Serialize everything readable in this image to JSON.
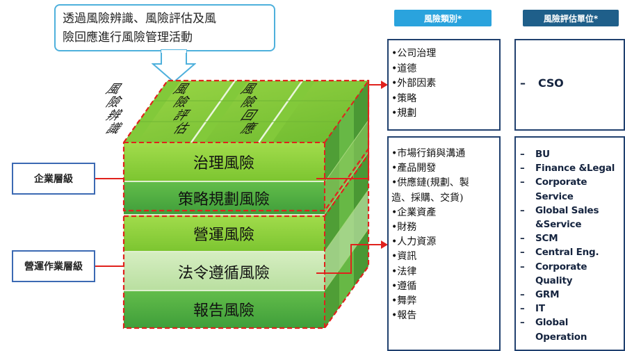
{
  "callout": {
    "line1": "透過風險辨識、風險評估及風",
    "line2": "險回應進行風險管理活動"
  },
  "cube": {
    "top_columns": [
      [
        "風",
        "險",
        "辨",
        "識"
      ],
      [
        "風",
        "險",
        "評",
        "估"
      ],
      [
        "風",
        "險",
        "回",
        "應"
      ]
    ],
    "risks": [
      "治理風險",
      "策略規劃風險",
      "營運風險",
      "法令遵循風險",
      "報告風險"
    ]
  },
  "levels": {
    "enterprise": "企業層級",
    "operation": "營運作業層級"
  },
  "headers": {
    "category": "風險類別*",
    "unit": "風險評估單位*"
  },
  "categories": {
    "enterprise": [
      "•公司治理",
      "•道德",
      "•外部因素",
      "•策略",
      "•規劃"
    ],
    "operation": [
      "•市場行銷與溝通",
      "•產品開發",
      "•供應鏈(規劃、製",
      "造、採購、交貨)",
      "•企業資產",
      "•財務",
      "•人力資源",
      "•資訊",
      "•法律",
      "•遵循",
      "•舞弊",
      "•報告"
    ]
  },
  "units": {
    "enterprise": [
      {
        "dash": "–",
        "text": "CSO"
      }
    ],
    "operation": [
      {
        "dash": "–",
        "text": "BU"
      },
      {
        "dash": "–",
        "text": "Finance &Legal"
      },
      {
        "dash": "–",
        "text": "Corporate"
      },
      {
        "dash": "",
        "text": "Service"
      },
      {
        "dash": "–",
        "text": "Global Sales"
      },
      {
        "dash": "",
        "text": "&Service"
      },
      {
        "dash": "–",
        "text": "SCM"
      },
      {
        "dash": "–",
        "text": "Central Eng."
      },
      {
        "dash": "–",
        "text": "Corporate"
      },
      {
        "dash": "",
        "text": "Quality"
      },
      {
        "dash": "–",
        "text": "GRM"
      },
      {
        "dash": "–",
        "text": "IT"
      },
      {
        "dash": "–",
        "text": "Global"
      },
      {
        "dash": "",
        "text": "Operation"
      }
    ]
  },
  "colors": {
    "accent_red": "#e0211c",
    "callout_border": "#4eb0dc",
    "header_category": "#2aa3dd",
    "header_unit": "#1f5f8a",
    "box_border": "#20406e",
    "green_bright": "#8ed13a",
    "green_mid": "#4fae3e",
    "green_pale": "#c9e7b3"
  }
}
